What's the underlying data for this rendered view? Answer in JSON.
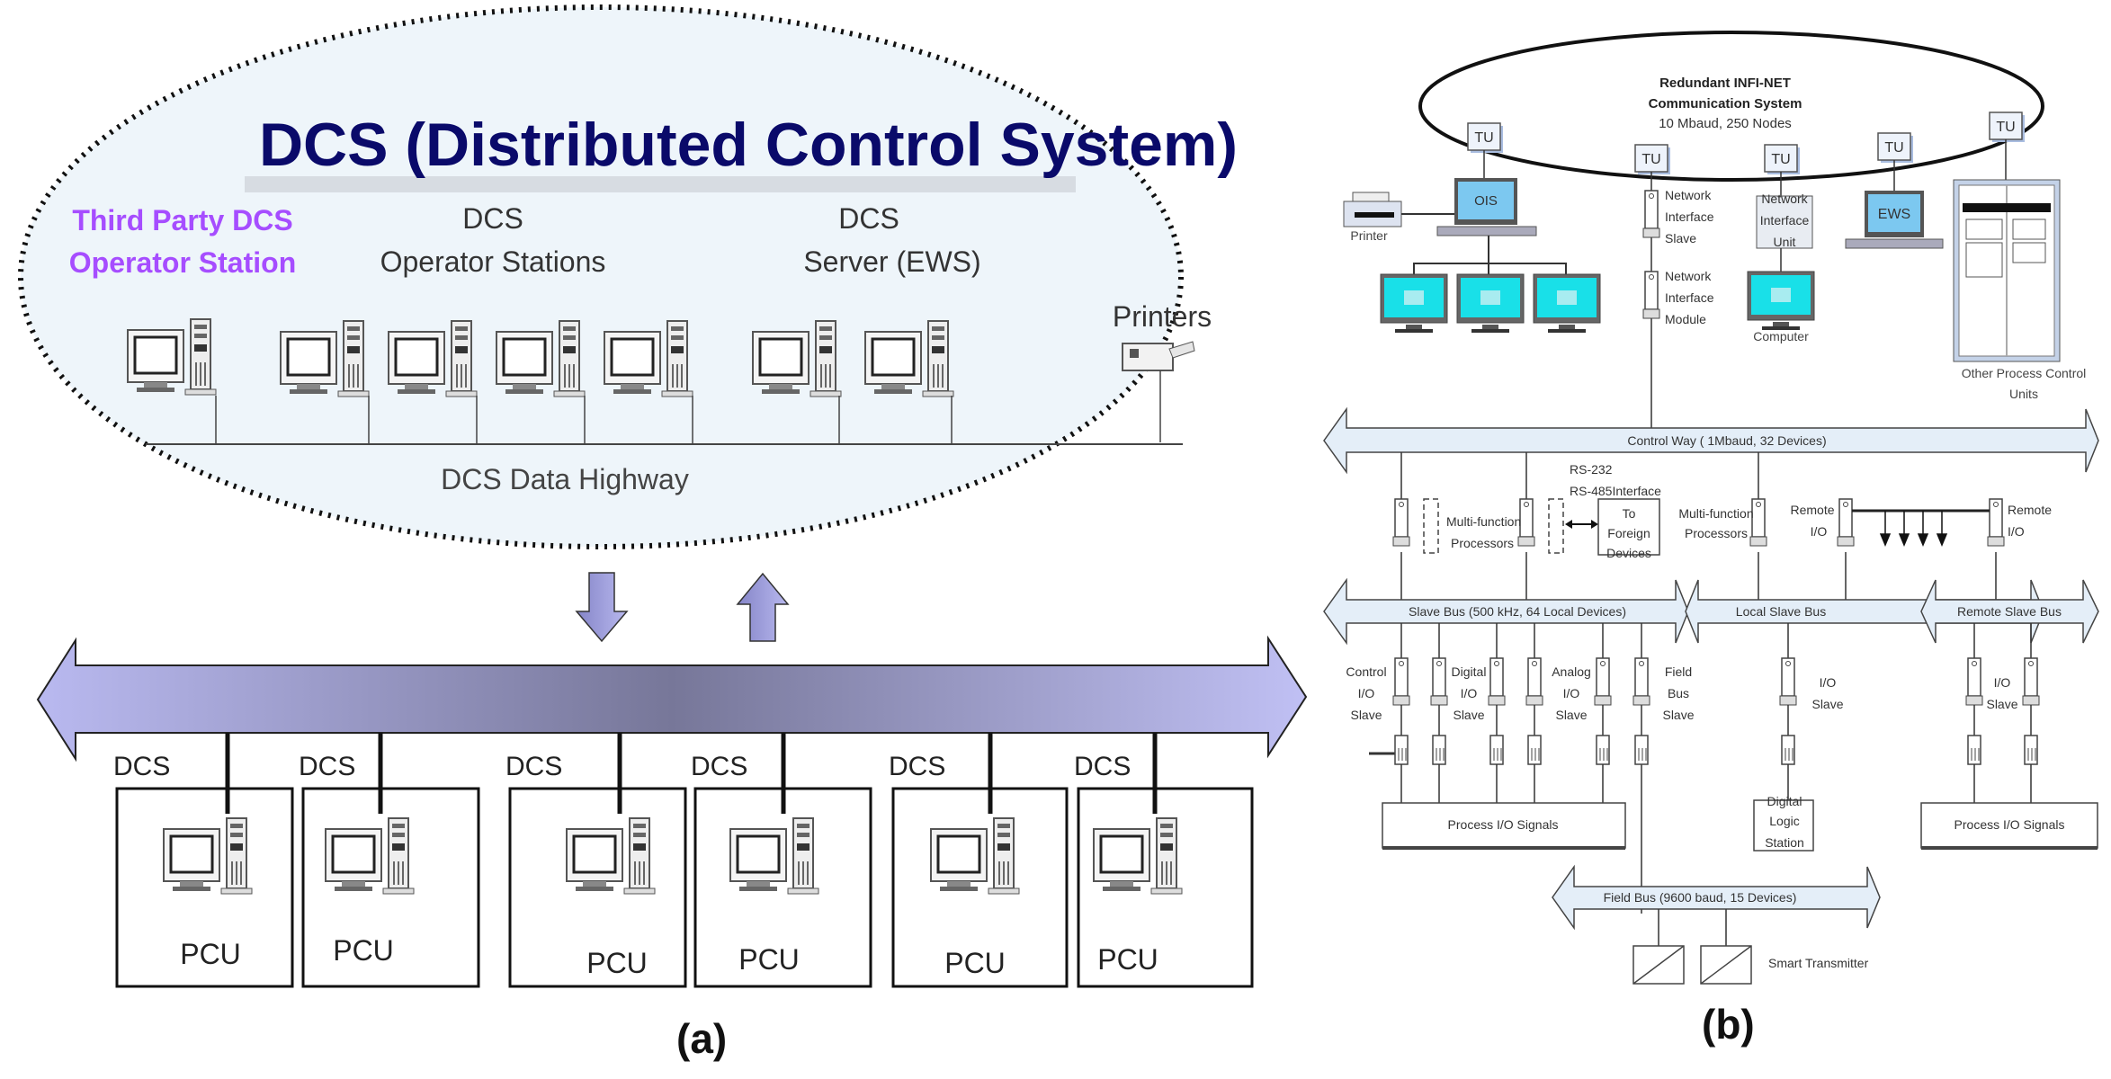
{
  "panel_a": {
    "caption": "(a)",
    "title": "DCS (Distributed Control System)",
    "third_party_line1": "Third Party DCS",
    "third_party_line2": "Operator Station",
    "operator_line1": "DCS",
    "operator_line2": "Operator Stations",
    "server_line1": "DCS",
    "server_line2": "Server (EWS)",
    "printers_label": "Printers",
    "highway_label": "DCS Data Highway",
    "pcu_units": [
      {
        "tag": "DCS",
        "label": "PCU"
      },
      {
        "tag": "DCS",
        "label": "PCU"
      },
      {
        "tag": "DCS",
        "label": "PCU"
      },
      {
        "tag": "DCS",
        "label": "PCU"
      },
      {
        "tag": "DCS",
        "label": "PCU"
      },
      {
        "tag": "DCS",
        "label": "PCU"
      }
    ],
    "colors": {
      "title": "#0a0a6a",
      "third_party": "#a64dff",
      "bus": "#9f9fdc",
      "ellipse_fill": "#eef5fa"
    }
  },
  "panel_b": {
    "caption": "(b)",
    "ring_line1": "Redundant INFI-NET",
    "ring_line2": "Communication System",
    "ring_line3": "10 Mbaud, 250 Nodes",
    "tu_label": "TU",
    "ois_label": "OIS",
    "ews_label": "EWS",
    "printer_label": "Printer",
    "nis_label": [
      "Network",
      "Interface",
      "Slave"
    ],
    "nim_label": [
      "Network",
      "Interface",
      "Module"
    ],
    "niu_label": [
      "Network",
      "Interface",
      "Unit"
    ],
    "computer_label": "Computer",
    "other_pcu_label": [
      "Other Process Control",
      "Units"
    ],
    "control_way": "Control Way ( 1Mbaud, 32 Devices)",
    "rs_label1": "RS-232",
    "rs_label2": "RS-485Interface",
    "foreign_label": [
      "To",
      "Foreign",
      "Devices"
    ],
    "mfp_label1": [
      "Multi-function",
      "Processors"
    ],
    "mfp_label2": [
      "Multi-function",
      "Processors"
    ],
    "remote_io_left": [
      "Remote",
      "I/O"
    ],
    "remote_io_right": [
      "Remote",
      "I/O"
    ],
    "slave_bus": "Slave Bus (500 kHz, 64 Local Devices)",
    "local_slave_bus": "Local Slave Bus",
    "remote_slave_bus": "Remote Slave Bus",
    "control_io_slave": [
      "Control",
      "I/O",
      "Slave"
    ],
    "digital_io_slave": [
      "Digital",
      "I/O",
      "Slave"
    ],
    "analog_io_slave": [
      "Analog",
      "I/O",
      "Slave"
    ],
    "field_bus_slave": [
      "Field",
      "Bus",
      "Slave"
    ],
    "io_slave_local": [
      "I/O",
      "Slave"
    ],
    "io_slave_remote": [
      "I/O",
      "Slave"
    ],
    "process_io_left": "Process I/O Signals",
    "process_io_right": "Process I/O Signals",
    "digital_logic_station": [
      "Digital",
      "Logic",
      "Station"
    ],
    "field_bus": "Field Bus (9600 baud, 15 Devices)",
    "smart_transmitter": "Smart Transmitter",
    "colors": {
      "bus_fill": "#e4eef8",
      "screen_cyan": "#19e0e8",
      "screen_blue": "#7cc8f0"
    }
  }
}
